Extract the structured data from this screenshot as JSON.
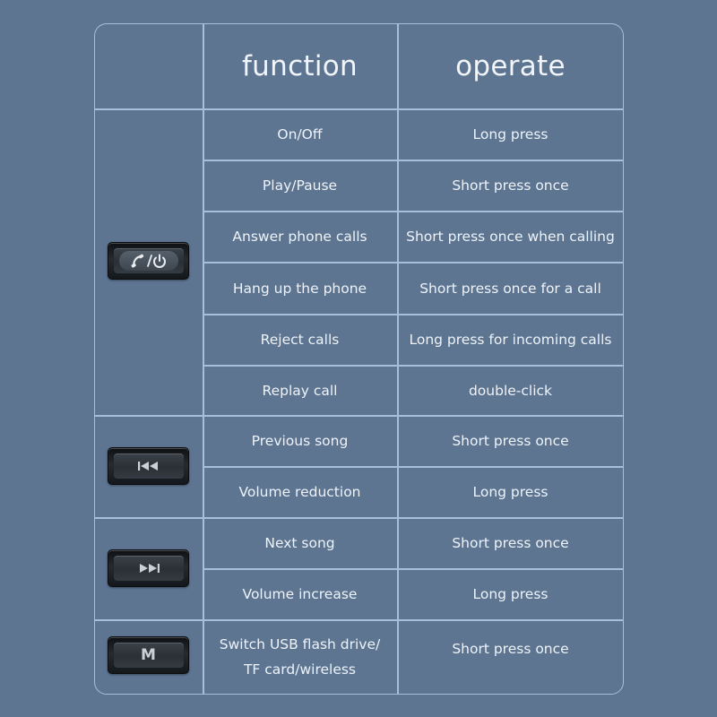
{
  "header": {
    "function_label": "function",
    "operate_label": "operate"
  },
  "colors": {
    "background": "#5d7591",
    "grid_line": "#a8bfdc",
    "text": "#eef3f9",
    "button": "#1c2025"
  },
  "groups": [
    {
      "button_icon": "phone-power-icon",
      "rows": [
        {
          "function": "On/Off",
          "operate": "Long press"
        },
        {
          "function": "Play/Pause",
          "operate": "Short press once"
        },
        {
          "function": "Answer phone calls",
          "operate": "Short press once when calling"
        },
        {
          "function": "Hang up the phone",
          "operate": "Short press once for a call"
        },
        {
          "function": "Reject calls",
          "operate": "Long press for incoming calls"
        },
        {
          "function": "Replay call",
          "operate": "double-click"
        }
      ]
    },
    {
      "button_icon": "previous-track-icon",
      "rows": [
        {
          "function": "Previous song",
          "operate": "Short press once"
        },
        {
          "function": "Volume reduction",
          "operate": "Long press"
        }
      ]
    },
    {
      "button_icon": "next-track-icon",
      "rows": [
        {
          "function": "Next song",
          "operate": "Short press once"
        },
        {
          "function": "Volume increase",
          "operate": "Long press"
        }
      ]
    },
    {
      "button_icon": "mode-m-icon",
      "button_label": "M",
      "rows": [
        {
          "function": "Switch USB flash drive/\nTF card/wireless",
          "operate": "Short press once"
        }
      ]
    }
  ]
}
